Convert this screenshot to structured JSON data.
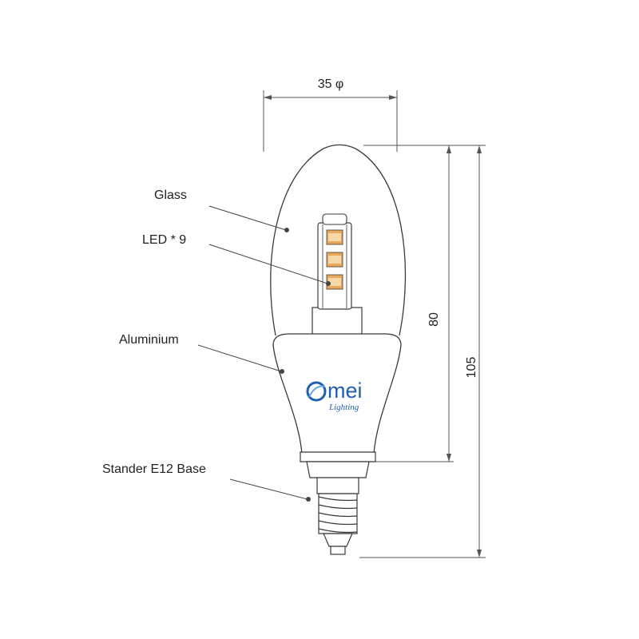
{
  "labels": {
    "glass": "Glass",
    "led": "LED * 9",
    "aluminium": "Aluminium",
    "base": "Stander E12 Base"
  },
  "dimensions": {
    "diameter": "35 φ",
    "body_height": "80",
    "total_height": "105"
  },
  "logo": {
    "mark": "O",
    "name": "mei",
    "tagline": "Lighting"
  },
  "colors": {
    "line": "#3a3a3a",
    "led_chip": "#e8a95a",
    "led_chip_light": "#f6d7a8",
    "brand": "#1f5fae",
    "dim_line": "#555555"
  }
}
